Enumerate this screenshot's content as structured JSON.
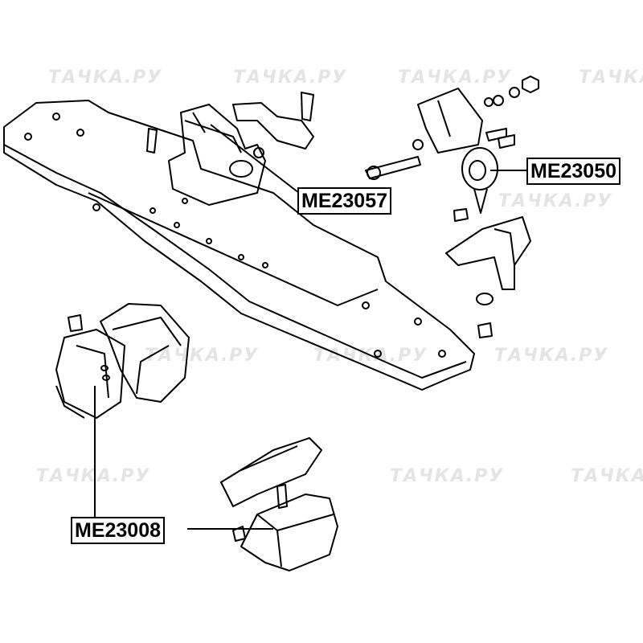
{
  "watermark": "ТАЧКА.РУ",
  "parts": [
    {
      "number": "ME23057"
    },
    {
      "number": "ME23050"
    },
    {
      "number": "ME23008"
    }
  ],
  "colors": {
    "line": "#000000",
    "background": "#ffffff",
    "watermark": "#e4e4e4"
  }
}
